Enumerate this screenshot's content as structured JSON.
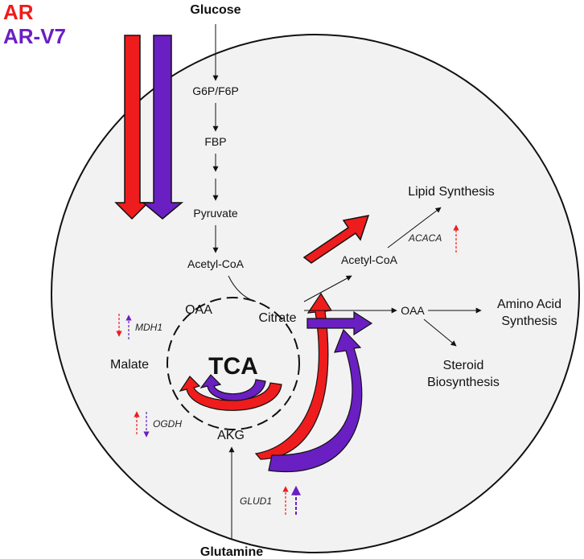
{
  "legend": {
    "ar": "AR",
    "ar_v7": "AR-V7"
  },
  "colors": {
    "ar": "#ee1c1c",
    "ar_v7": "#6a1fc2",
    "cell": "#f2f2f2",
    "line": "#111111"
  },
  "nodes": {
    "glucose": "Glucose",
    "g6p_f6p": "G6P/F6P",
    "fbp": "FBP",
    "pyruvate": "Pyruvate",
    "acetyl_coa_mito": "Acetyl-CoA",
    "oaa_mito": "OAA",
    "citrate": "Citrate",
    "malate": "Malate",
    "tca": "TCA",
    "akg": "AKG",
    "glutamine": "Glutamine",
    "acetyl_coa_cyto": "Acetyl-CoA",
    "oaa_cyto": "OAA",
    "lipid_synthesis": "Lipid Synthesis",
    "amino_acid_synthesis": [
      "Amino Acid",
      "Synthesis"
    ],
    "steroid_biosynthesis": [
      "Steroid",
      "Biosynthesis"
    ]
  },
  "genes": {
    "mdh1": "MDH1",
    "ogdh": "OGDH",
    "glud1": "GLUD1",
    "acaca": "ACACA"
  }
}
